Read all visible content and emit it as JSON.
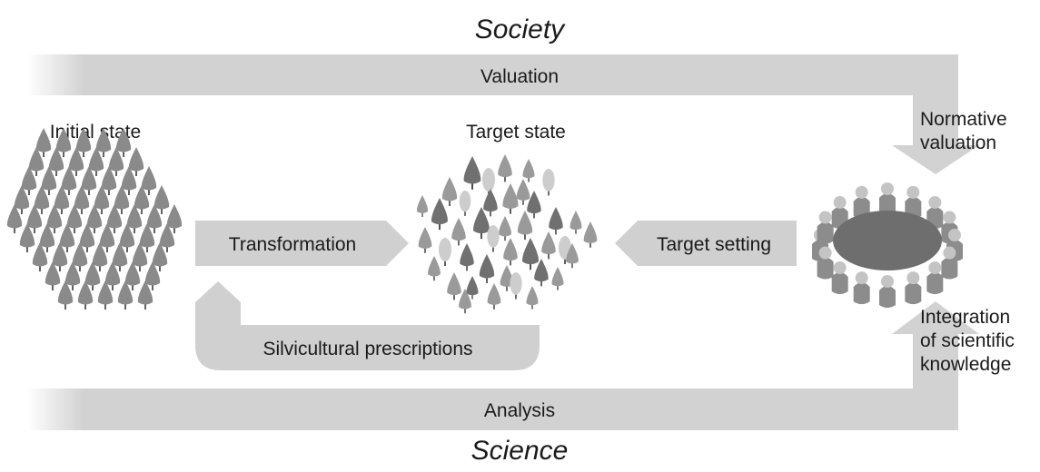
{
  "top_label": "Society",
  "bottom_label": "Science",
  "valuation_band": "Valuation",
  "analysis_band": "Analysis",
  "initial_state": "Initial state",
  "target_state": "Target state",
  "normative_valuation": [
    "Normative",
    "valuation"
  ],
  "integration": [
    "Integration",
    "of scientific",
    "knowledge"
  ],
  "transformation_arrow": "Transformation",
  "target_setting_arrow": "Target setting",
  "silvicultural_arrow": "Silvicultural prescriptions",
  "colors": {
    "band": "#d2d2d2",
    "arrow": "#d0d0d0",
    "tree_uniform": "#8a8a8a",
    "tree_dark": "#707070",
    "tree_mid": "#9a9a9a",
    "tree_light": "#cdcdcd",
    "table": "#6e6e6e",
    "person_body": "#8c8c8c",
    "person_head": "#c4c4c4",
    "text": "#1a1a1a"
  },
  "icons": [
    "conifer-tree-icon",
    "deciduous-tree-icon",
    "meeting-table-icon",
    "person-icon"
  ]
}
